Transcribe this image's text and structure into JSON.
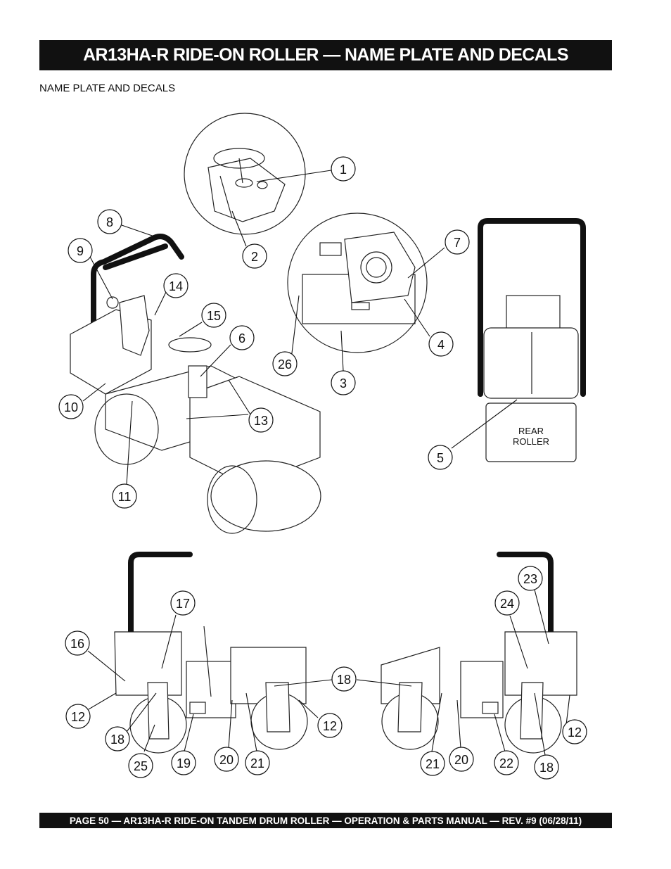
{
  "header": {
    "title": "AR13HA-R RIDE-ON ROLLER — NAME PLATE AND DECALS"
  },
  "section": {
    "label": "NAME PLATE AND DECALS"
  },
  "diagram": {
    "rear_roller_label_line1": "REAR",
    "rear_roller_label_line2": "ROLLER",
    "callouts": [
      "1",
      "2",
      "3",
      "4",
      "5",
      "6",
      "7",
      "8",
      "9",
      "10",
      "11",
      "12",
      "13",
      "14",
      "15",
      "16",
      "17",
      "18",
      "19",
      "20",
      "21",
      "22",
      "23",
      "24",
      "25",
      "26"
    ]
  },
  "footer": {
    "text": "PAGE 50 — AR13HA-R RIDE-ON TANDEM DRUM ROLLER — OPERATION & PARTS MANUAL — REV. #9  (06/28/11)"
  }
}
